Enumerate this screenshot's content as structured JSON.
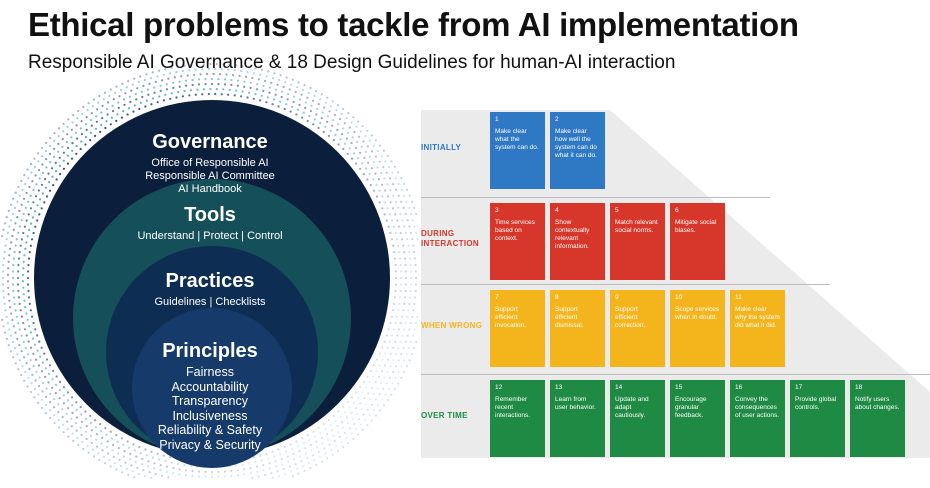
{
  "header": {
    "title": "Ethical problems to tackle from AI implementation",
    "subtitle": "Responsible AI Governance & 18 Design Guidelines for human-AI interaction"
  },
  "colors": {
    "governance": "#0b1e3c",
    "tools": "#15505a",
    "practices": "#0d2d53",
    "principles": "#163a6a",
    "blue": "#2f78c4",
    "red": "#d6372a",
    "yellow": "#f4b41c",
    "green": "#1f8a43"
  },
  "circles": {
    "governance": {
      "title": "Governance",
      "items": [
        "Office of Responsible AI",
        "Responsible AI Committee",
        "AI Handbook"
      ]
    },
    "tools": {
      "title": "Tools",
      "subtitle": "Understand | Protect | Control"
    },
    "practices": {
      "title": "Practices",
      "subtitle": "Guidelines | Checklists"
    },
    "principles": {
      "title": "Principles",
      "items": [
        "Fairness",
        "Accountability",
        "Transparency",
        "Inclusiveness",
        "Reliability & Safety",
        "Privacy & Security"
      ]
    }
  },
  "guidelines": {
    "rows": [
      {
        "label_lines": [
          "INITIALLY"
        ],
        "color": "#2f78c4",
        "cards": [
          {
            "num": "1",
            "text": "Make clear what the system can do."
          },
          {
            "num": "2",
            "text": "Make clear how well the system can do what it can do."
          }
        ]
      },
      {
        "label_lines": [
          "DURING",
          "INTERACTION"
        ],
        "color": "#d6372a",
        "cards": [
          {
            "num": "3",
            "text": "Time services based on context."
          },
          {
            "num": "4",
            "text": "Show contextually relevant information."
          },
          {
            "num": "5",
            "text": "Match relevant social norms."
          },
          {
            "num": "6",
            "text": "Mitigate social biases."
          }
        ]
      },
      {
        "label_lines": [
          "WHEN WRONG"
        ],
        "color": "#f4b41c",
        "cards": [
          {
            "num": "7",
            "text": "Support efficient invocation."
          },
          {
            "num": "8",
            "text": "Support efficient dismissal."
          },
          {
            "num": "9",
            "text": "Support efficient correction."
          },
          {
            "num": "10",
            "text": "Scope services when in doubt."
          },
          {
            "num": "11",
            "text": "Make clear why the system did what it did."
          }
        ]
      },
      {
        "label_lines": [
          "OVER TIME"
        ],
        "color": "#1f8a43",
        "cards": [
          {
            "num": "12",
            "text": "Remember recent interactions."
          },
          {
            "num": "13",
            "text": "Learn from user behavior."
          },
          {
            "num": "14",
            "text": "Update and adapt cautiously."
          },
          {
            "num": "15",
            "text": "Encourage granular feedback."
          },
          {
            "num": "16",
            "text": "Convey the consequences of user actions."
          },
          {
            "num": "17",
            "text": "Provide global controls."
          },
          {
            "num": "18",
            "text": "Notify users about changes."
          }
        ]
      }
    ]
  }
}
